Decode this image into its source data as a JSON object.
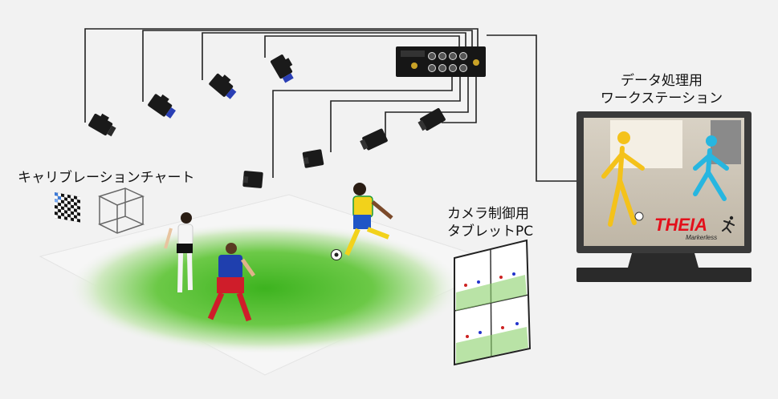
{
  "labels": {
    "calibration_chart": "キャリブレーションチャート",
    "tablet_line1": "カメラ制御用",
    "tablet_line2": "タブレットPC",
    "workstation_line1": "データ処理用",
    "workstation_line2": "ワークステーション"
  },
  "brand": {
    "name": "THEIA",
    "tagline": "Markerless",
    "color": "#e3101b"
  },
  "colors": {
    "field_green": "#5cc43a",
    "cable": "#222222",
    "camera_body": "#1a1a1a",
    "lens_blue": "#2a3fb5",
    "checker_blue": "#3d7bd9"
  },
  "icons": [
    "camera-icon",
    "sync-box-icon",
    "checkerboard-icon",
    "calibration-cube-icon",
    "monitor-icon",
    "runner-icon",
    "tablet-icon"
  ]
}
